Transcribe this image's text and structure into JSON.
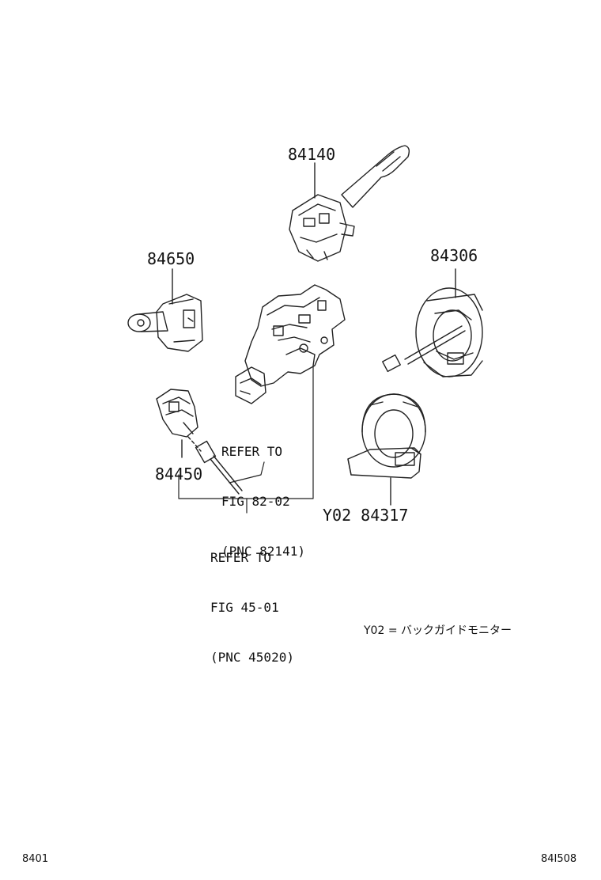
{
  "parts": {
    "combination_switch": "84140",
    "turn_signal_switch": "84650",
    "spiral_cable": "84306",
    "ignition_switch_connector": "84450",
    "steering_sensor": "84317",
    "steering_sensor_variant": "Y02"
  },
  "notes": {
    "refer_82": [
      "REFER TO",
      "FIG 82-02",
      "(PNC 82141)"
    ],
    "refer_45": [
      "REFER TO",
      "FIG 45-01",
      "(PNC 45020)"
    ]
  },
  "legend": "Y02 = バックガイドモニター",
  "footer": {
    "left_code": "8401",
    "right_code": "84I508"
  }
}
